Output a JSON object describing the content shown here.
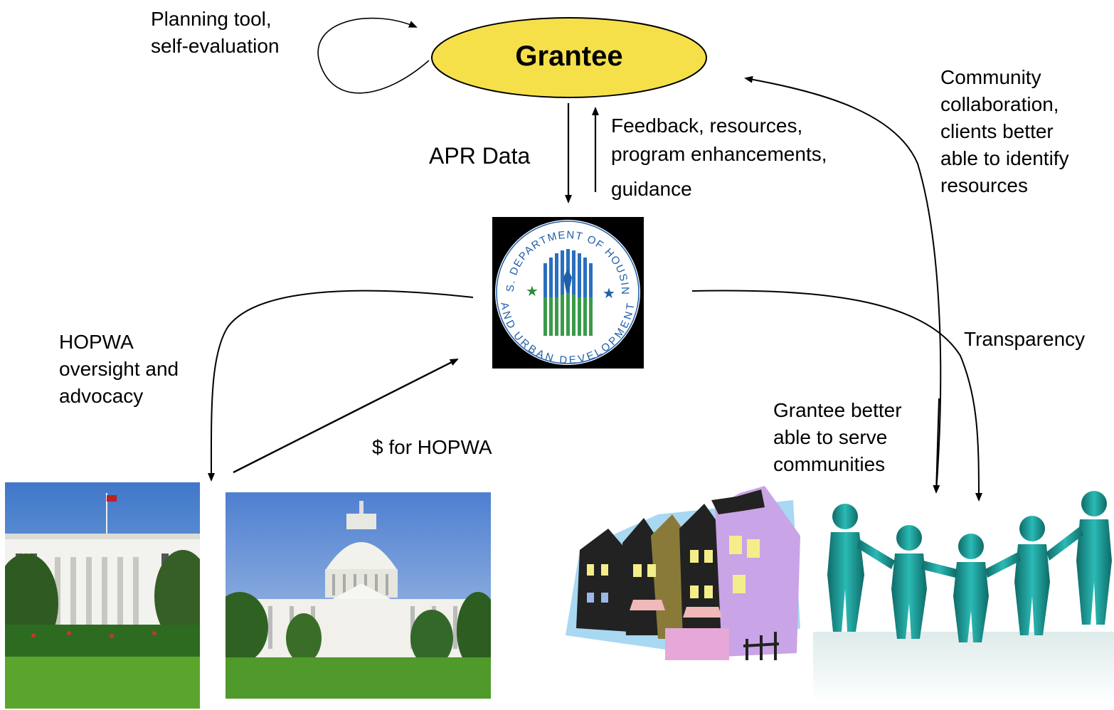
{
  "grantee": {
    "label": "Grantee",
    "fill": "#f5e04a"
  },
  "self_loop": {
    "lines": [
      "Planning tool,",
      "self-evaluation"
    ]
  },
  "apr": {
    "label": "APR Data"
  },
  "feedback": {
    "lines": [
      "Feedback, resources,",
      "program enhancements,",
      "guidance"
    ]
  },
  "community": {
    "lines": [
      "Community",
      "collaboration,",
      "clients better",
      "able to identify",
      "resources"
    ]
  },
  "hud_seal": {
    "ring_top": "U.S. DEPARTMENT OF HOUSING",
    "ring_bottom": "AND URBAN DEVELOPMENT",
    "ring_color": "#1f5fa8"
  },
  "oversight": {
    "lines": [
      "HOPWA",
      "oversight and",
      "advocacy"
    ]
  },
  "funding": {
    "label": "$ for HOPWA"
  },
  "transparency": {
    "label": "Transparency"
  },
  "grantee_better": {
    "lines": [
      "Grantee better",
      "able to serve",
      "communities"
    ]
  },
  "people_color": "#1a9a96"
}
